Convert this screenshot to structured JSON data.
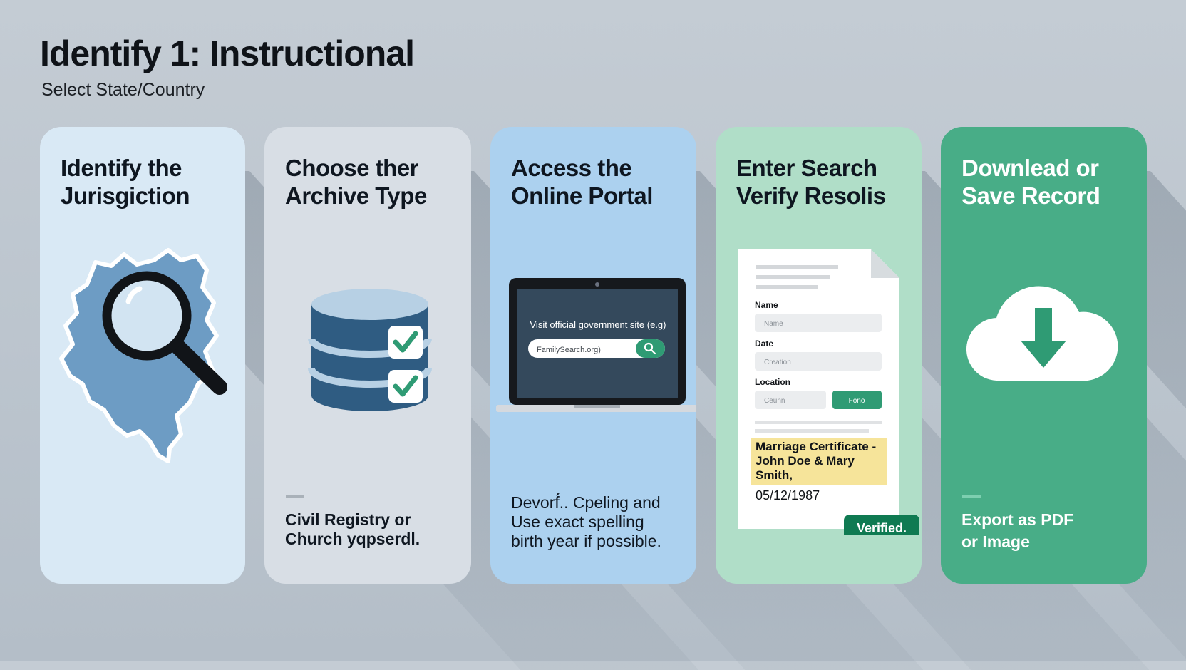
{
  "header": {
    "title": "Identify 1: Instructional",
    "subtitle": "Select State/Country"
  },
  "steps": [
    {
      "title_line1": "Identify the",
      "title_line2": "Jurisgiction",
      "icon": "map-magnifier-icon"
    },
    {
      "title_line1": "Choose ther",
      "title_line2": "Archive Type",
      "icon": "database-check-icon",
      "desc_line1": "Civil Registry or",
      "desc_line2": "Church yqpserdl."
    },
    {
      "title_line1": "Access the",
      "title_line2": "Online Portal",
      "icon": "laptop-icon",
      "screen_text": "Visit official government site (e.g)",
      "search_placeholder": "FamilySearch.org)",
      "desc_line1": "Devorf́́.. Cpeling and",
      "desc_line2": "Use exact spelling",
      "desc_line3": "birth year if possible."
    },
    {
      "title_line1": "Enter Search",
      "title_line2": "Verify Resolis",
      "icon": "document-form-icon",
      "form": {
        "name_label": "Name",
        "name_placeholder": "Name",
        "date_label": "Date",
        "date_placeholder": "Creation",
        "location_label": "Location",
        "location_placeholder": "Ceunn",
        "button_label": "Fono"
      },
      "highlight_line1": "Marriage Certificate -",
      "highlight_line2": "John Doe & Mary",
      "highlight_line3": "Smith,",
      "record_date": "05/12/1987",
      "badge": "Verified."
    },
    {
      "title_line1": "Downlead or",
      "title_line2": "Save Record",
      "icon": "cloud-download-icon",
      "desc_line1": "Export as PDF",
      "desc_line2": "or Image"
    }
  ],
  "colors": {
    "card1": "#d9e9f5",
    "card2": "#d8dee5",
    "card3": "#acd1ef",
    "card4": "#b0dec8",
    "card5": "#48ad87",
    "accent_green": "#2f9b74",
    "icon_blue": "#2f5c82"
  }
}
